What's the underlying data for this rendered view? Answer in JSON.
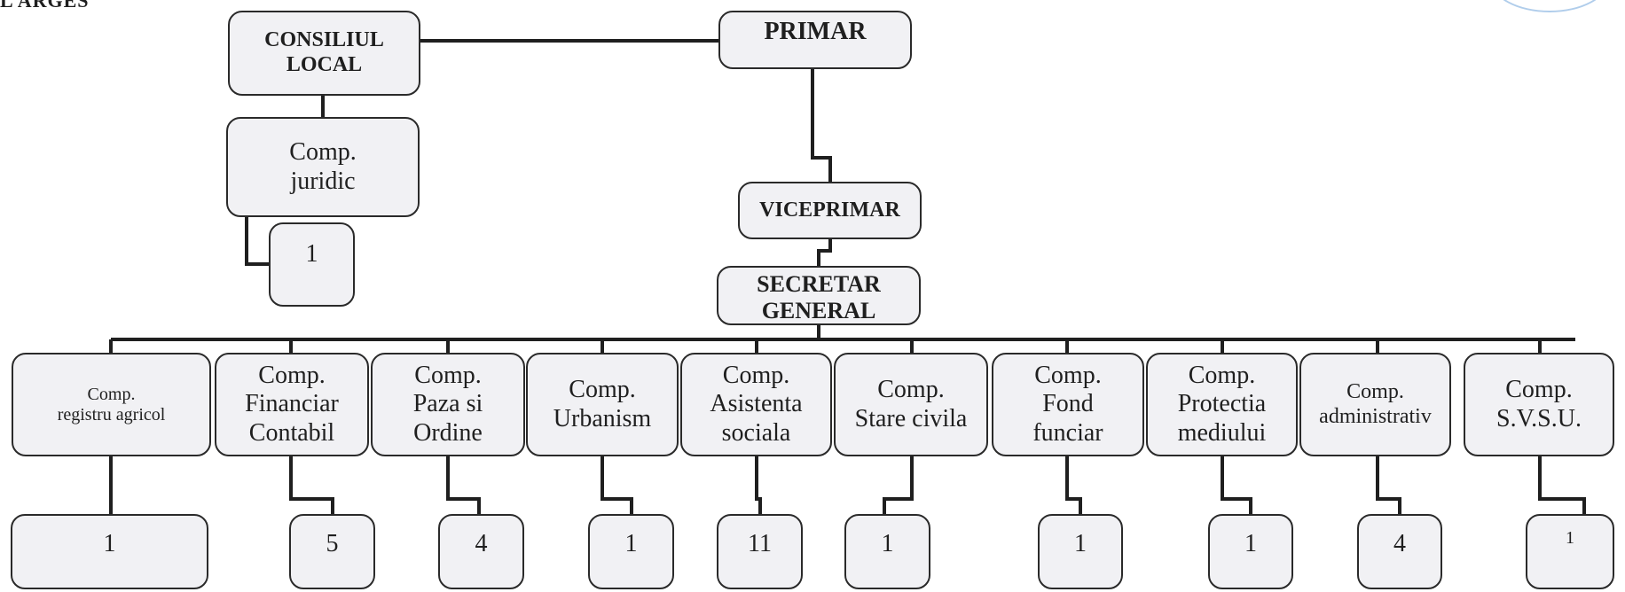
{
  "header": {
    "text": "L ARGES"
  },
  "top": {
    "primar": "PRIMAR",
    "consiliul": "CONSILIUL\nLOCAL",
    "juridic": "Comp.\njuridic",
    "juridic_count": "1",
    "viceprimar": "VICEPRIMAR",
    "secretar": "SECRETAR\nGENERAL"
  },
  "departments": [
    {
      "label": "Comp.\nregistru agricol",
      "count": "1"
    },
    {
      "label": "Comp.\nFinanciar\nContabil",
      "count": "5"
    },
    {
      "label": "Comp.\nPaza si\nOrdine",
      "count": "4"
    },
    {
      "label": "Comp.\nUrbanism",
      "count": "1"
    },
    {
      "label": "Comp.\nAsistenta\nsociala",
      "count": "11"
    },
    {
      "label": "Comp.\nStare civila",
      "count": "1"
    },
    {
      "label": "Comp.\nFond\nfunciar",
      "count": "1"
    },
    {
      "label": "Comp.\nProtectia\nmediului",
      "count": "1"
    },
    {
      "label": "Comp.\nadministrativ",
      "count": "4"
    },
    {
      "label": "Comp.\nS.V.S.U.",
      "count": "1"
    }
  ],
  "colors": {
    "box_fill": "#f1f1f4",
    "line": "#1f1f1f",
    "seal": "#9cc0e6"
  }
}
